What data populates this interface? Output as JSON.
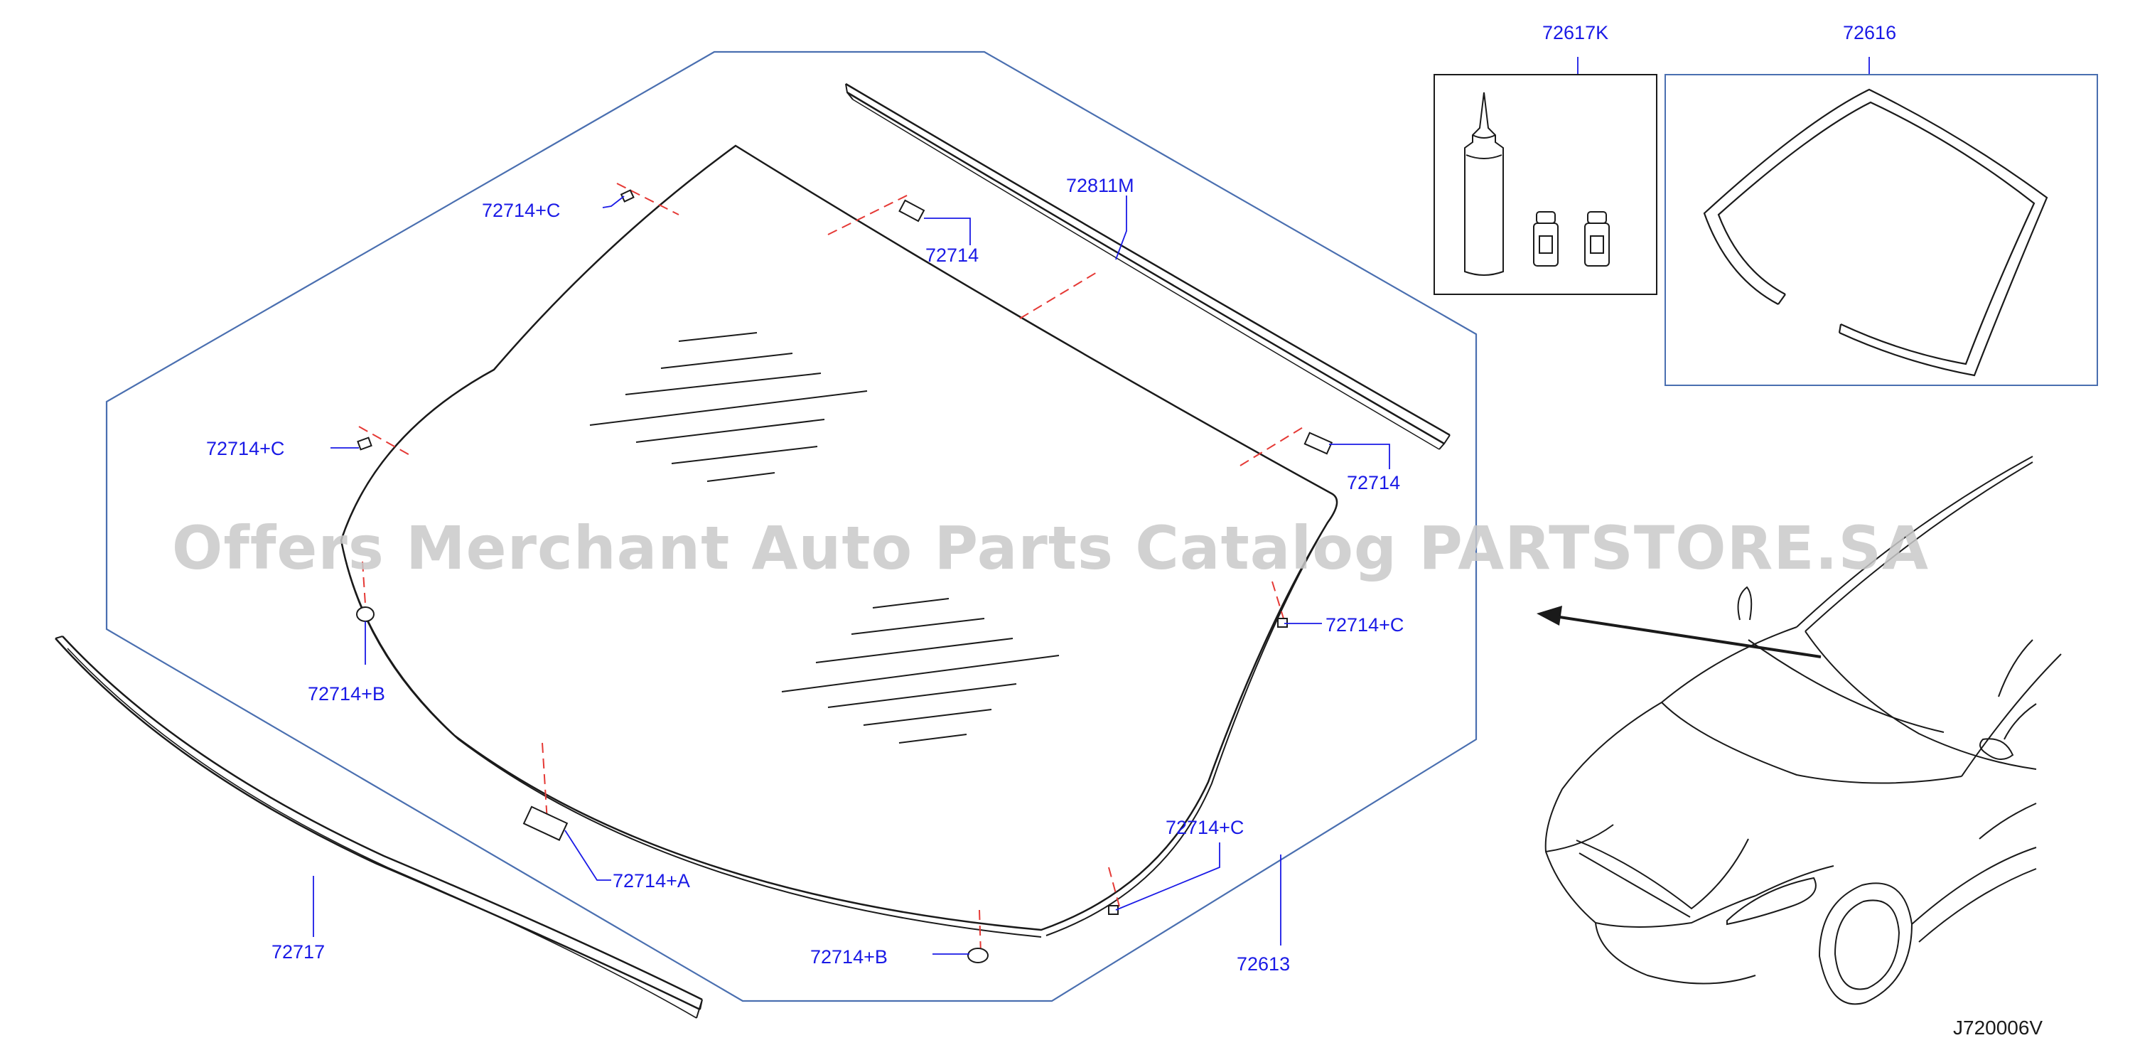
{
  "colors": {
    "label": "#1a1ae6",
    "outline": "#4a6fb0",
    "leader": "#1a1ae6",
    "dash": "#e53935",
    "line": "#1a1a1a",
    "watermark": "#c9c9c9"
  },
  "watermark": "Offers Merchant Auto Parts Catalog PARTSTORE.SA",
  "diagram_code": "J720006V",
  "labels": {
    "l72617k": "72617K",
    "l72616": "72616",
    "l72811m": "72811M",
    "l72714c_top": "72714+C",
    "l72714_top": "72714",
    "l72714c_left": "72714+C",
    "l72714_right": "72714",
    "l72714c_right": "72714+C",
    "l72714b_left": "72714+B",
    "l72714a": "72714+A",
    "l72714c_bottom": "72714+C",
    "l72714b_bottom": "72714+B",
    "l72717": "72717",
    "l72613": "72613"
  },
  "parts": [
    {
      "id": "windshield-glass",
      "icon": "windshield-icon"
    },
    {
      "id": "roof-molding",
      "icon": "molding-strip-icon"
    },
    {
      "id": "lower-molding",
      "icon": "molding-strip-icon"
    },
    {
      "id": "adhesive-kit",
      "icon": "adhesive-bottle-icon"
    },
    {
      "id": "dam-rubber",
      "icon": "rubber-seal-icon"
    },
    {
      "id": "car-locator",
      "icon": "car-icon"
    }
  ]
}
